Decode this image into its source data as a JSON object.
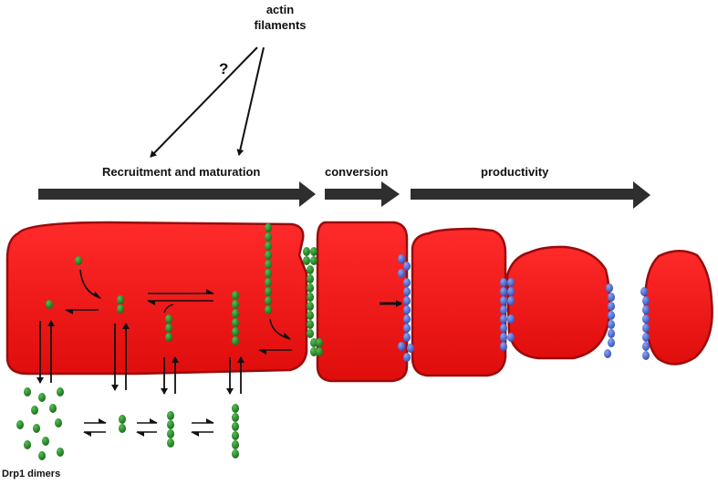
{
  "labels": {
    "actin": "actin",
    "filaments": "filaments",
    "unknown": "?",
    "stage_recruitment": "Recruitment and maturation",
    "stage_conversion": "conversion",
    "stage_productivity": "productivity",
    "dimers": "Drp1 dimers"
  },
  "colors": {
    "membrane": "#ee1111",
    "membrane_edge": "#9a0b0b",
    "drp1_green": "#1f7a1f",
    "drp1_green_light": "#3cab3c",
    "drp1_blue": "#3a5fd0",
    "drp1_blue_light": "#7d95ea",
    "arrow": "#111111",
    "stage_arrow": "#2e2e2e"
  }
}
